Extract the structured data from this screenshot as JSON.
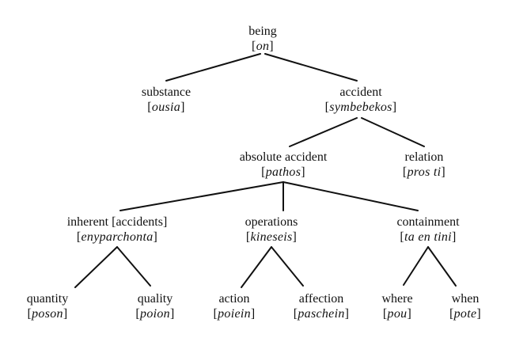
{
  "nodes": [
    {
      "id": "being",
      "term": "being",
      "greek": "on"
    },
    {
      "id": "substance",
      "term": "substance",
      "greek": "ousia"
    },
    {
      "id": "accident",
      "term": "accident",
      "greek": "symbebekos"
    },
    {
      "id": "absolute-accident",
      "term": "absolute accident",
      "greek": "pathos"
    },
    {
      "id": "relation",
      "term": "relation",
      "greek": "pros ti"
    },
    {
      "id": "inherent-accidents",
      "term": "inherent [accidents]",
      "greek": "enyparchonta"
    },
    {
      "id": "operations",
      "term": "operations",
      "greek": "kineseis"
    },
    {
      "id": "containment",
      "term": "containment",
      "greek": "ta en tini"
    },
    {
      "id": "quantity",
      "term": "quantity",
      "greek": "poson"
    },
    {
      "id": "quality",
      "term": "quality",
      "greek": "poion"
    },
    {
      "id": "action",
      "term": "action",
      "greek": "poiein"
    },
    {
      "id": "affection",
      "term": "affection",
      "greek": "paschein"
    },
    {
      "id": "where",
      "term": "where",
      "greek": "pou"
    },
    {
      "id": "when",
      "term": "when",
      "greek": "pote"
    }
  ],
  "edges": [
    [
      "being",
      "substance"
    ],
    [
      "being",
      "accident"
    ],
    [
      "accident",
      "absolute-accident"
    ],
    [
      "accident",
      "relation"
    ],
    [
      "absolute-accident",
      "inherent-accidents"
    ],
    [
      "absolute-accident",
      "operations"
    ],
    [
      "absolute-accident",
      "containment"
    ],
    [
      "inherent-accidents",
      "quantity"
    ],
    [
      "inherent-accidents",
      "quality"
    ],
    [
      "operations",
      "action"
    ],
    [
      "operations",
      "affection"
    ],
    [
      "containment",
      "where"
    ],
    [
      "containment",
      "when"
    ]
  ]
}
